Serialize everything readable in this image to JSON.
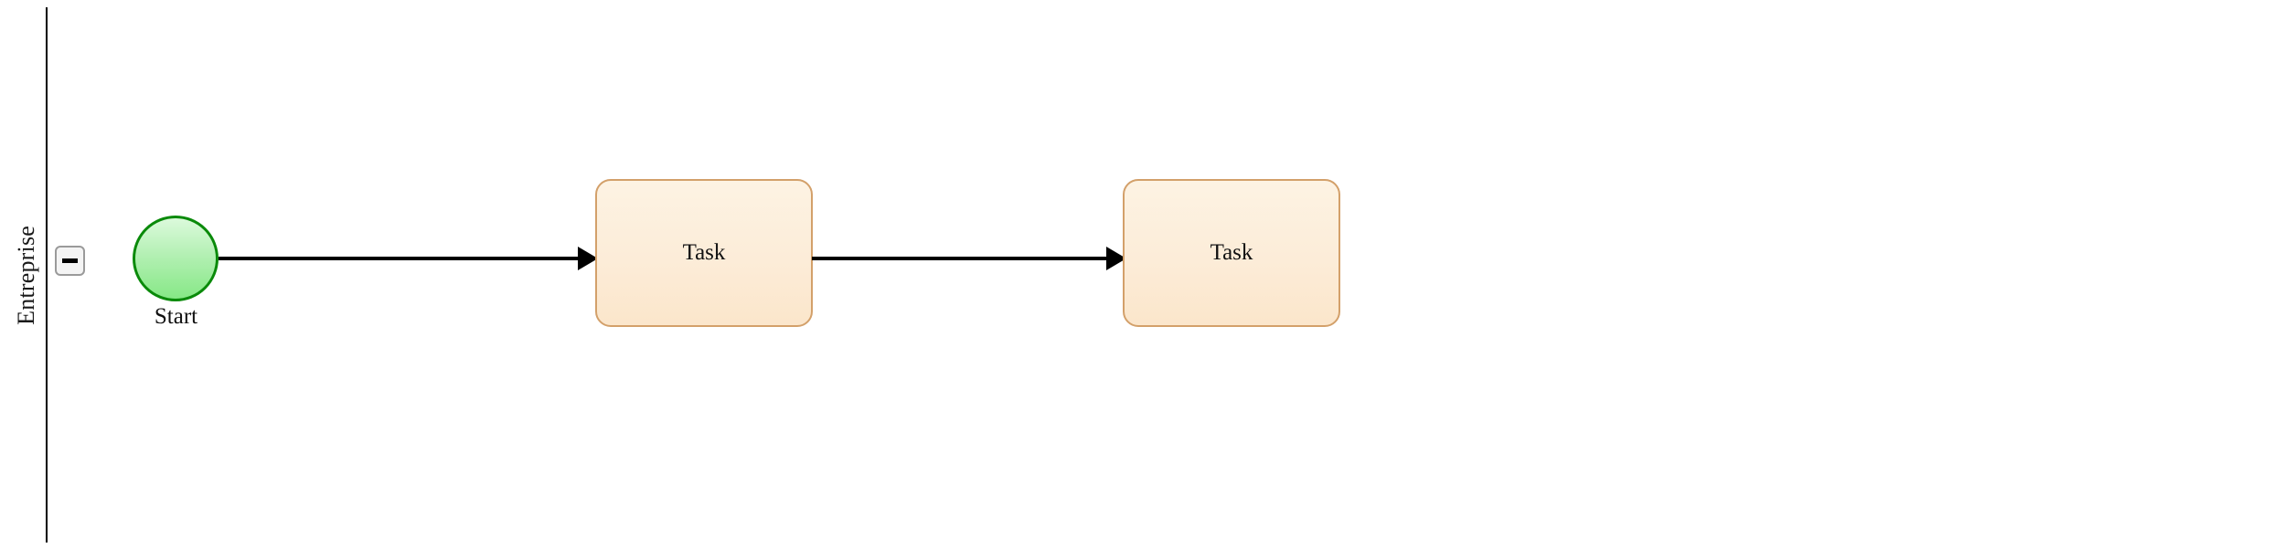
{
  "diagram": {
    "type": "bpmn-process",
    "pool": {
      "border_color": "#000000",
      "background": "#ffffff"
    },
    "lane": {
      "label": "Entreprise",
      "collapse_button": {
        "icon": "minus-icon",
        "state": "expanded",
        "fill": "#f4f4f4",
        "border_color": "#9a9a9a",
        "bar_color": "#000000"
      }
    },
    "nodes": [
      {
        "id": "start-event",
        "kind": "start-event",
        "shape": "circle",
        "label": "Start",
        "fill_top": "#dcfadc",
        "fill_bottom": "#86e886",
        "stroke": "#0a8a0a"
      },
      {
        "id": "task-1",
        "kind": "task",
        "shape": "rounded-rect",
        "label": "Task",
        "fill_top": "#fdf3e3",
        "fill_bottom": "#fbe6cb",
        "stroke": "#d3a06a"
      },
      {
        "id": "task-2",
        "kind": "task",
        "shape": "rounded-rect",
        "label": "Task",
        "fill_top": "#fdf3e3",
        "fill_bottom": "#fbe6cb",
        "stroke": "#d3a06a"
      }
    ],
    "flows": [
      {
        "id": "flow-1",
        "kind": "sequence-flow",
        "from": "start-event",
        "to": "task-1",
        "label": "",
        "color": "#000000"
      },
      {
        "id": "flow-2",
        "kind": "sequence-flow",
        "from": "task-1",
        "to": "task-2",
        "label": "",
        "color": "#000000"
      }
    ]
  }
}
